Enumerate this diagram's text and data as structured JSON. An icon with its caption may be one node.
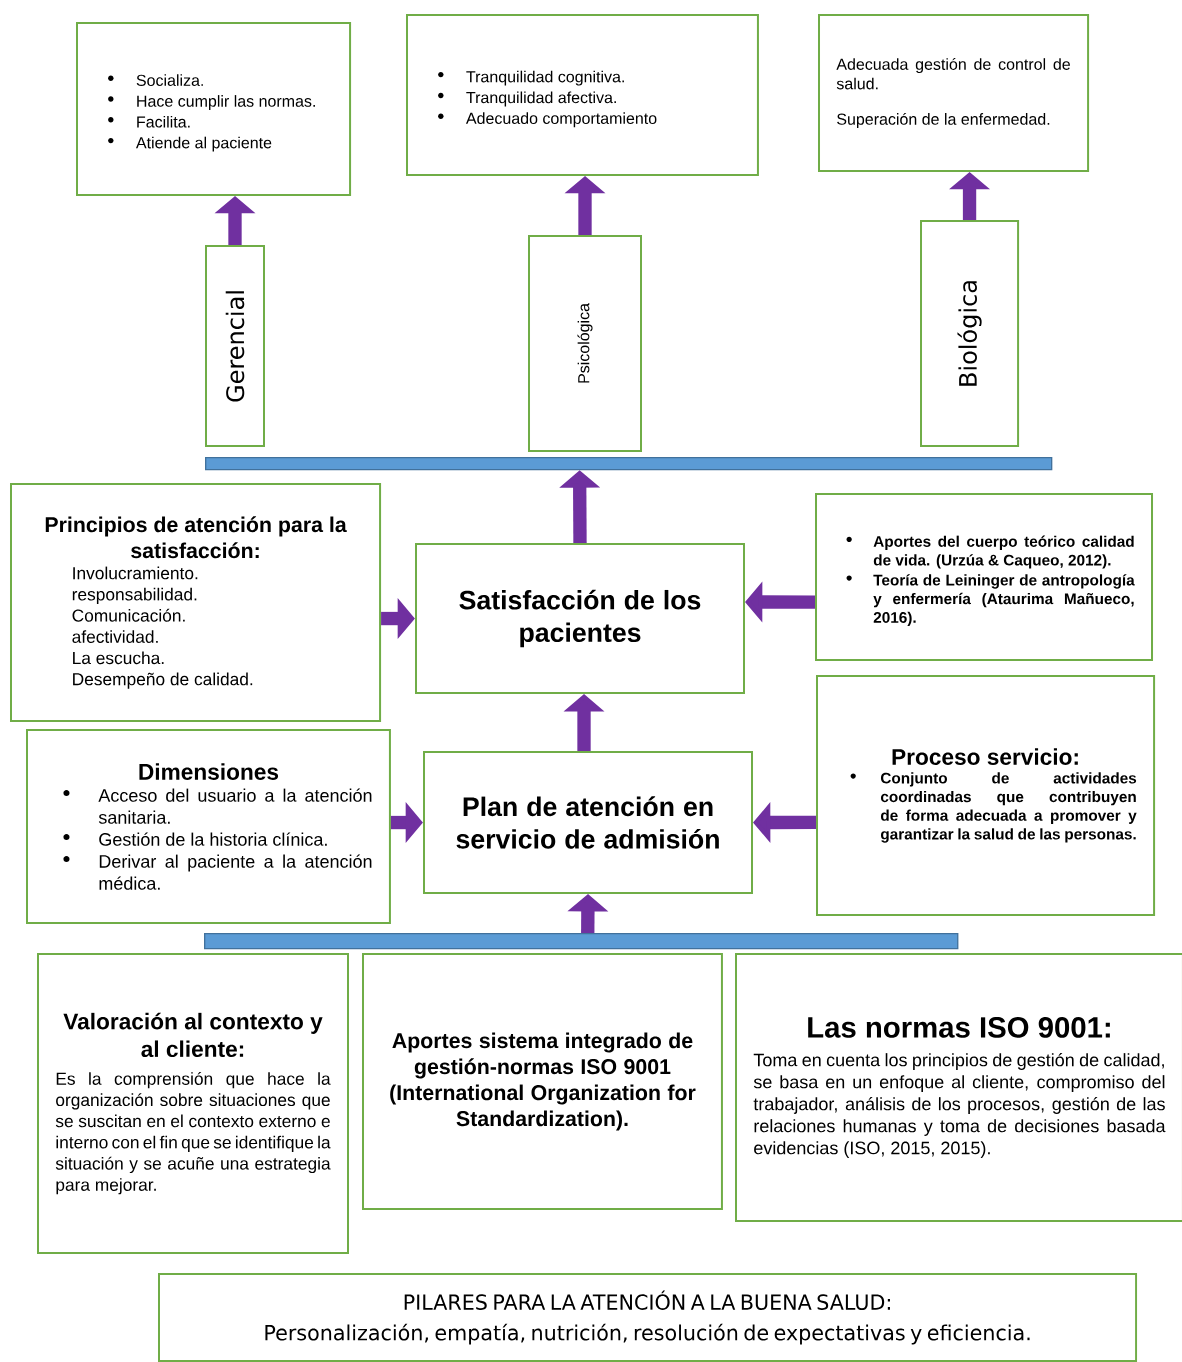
{
  "diagram": {
    "nodes": [
      {
        "text": [
          "Socializa.",
          "Hace cumplir las normas.",
          "Facilita.",
          "Atiende al paciente"
        ]
      },
      {
        "text": [
          "Tranquilidad cognitiva.",
          "Tranquilidad afectiva.",
          "Adecuado comportamiento"
        ]
      },
      {
        "text": [
          "Adecuada gestión de control de salud.",
          "Superación de la enfermedad."
        ]
      },
      {
        "text": [
          "Gerencial"
        ]
      },
      {
        "text": [
          "Psicológica"
        ]
      },
      {
        "text": [
          "Biológica"
        ]
      },
      {
        "text": [],
        "shape": "bar"
      },
      {
        "text": [
          "Principios de atención para la satisfacción:",
          "Involucramiento.",
          "responsabilidad.",
          "Comunicación.",
          "afectividad.",
          "La escucha.",
          "Desempeño de calidad."
        ]
      },
      {
        "text": [
          "Satisfacción de los pacientes"
        ]
      },
      {
        "text": [
          "Aportes del cuerpo teórico calidad de vida. (Urzúa & Caqueo, 2012).",
          "Teoría de Leininger de antropología y enfermería (Ataurima Mañueco, 2016)."
        ]
      },
      {
        "text": [
          "Dimensiones",
          "Acceso del usuario a la atención sanitaria.",
          "Gestión de la historia clínica.",
          "Derivar al paciente a la atención médica."
        ]
      },
      {
        "text": [
          "Plan de atención en servicio de admisión"
        ]
      },
      {
        "text": [
          "Proceso servicio:",
          "Conjunto de actividades coordinadas que contribuyen de forma adecuada a promover y garantizar la salud de las personas."
        ]
      },
      {
        "text": [],
        "shape": "bar"
      },
      {
        "text": [
          "Valoración al contexto y al cliente:",
          "Es la comprensión que hace la organización sobre situaciones que se suscitan en el contexto externo e interno con el fin que se identifique la situación y se acuñe una estrategia para mejorar."
        ]
      },
      {
        "text": [
          "Aportes sistema integrado de gestión-normas ISO 9001 (International Organization for Standardization)."
        ]
      },
      {
        "text": [
          "Las normas ISO 9001:",
          "Toma en cuenta los principios de gestión de calidad, se basa en un enfoque al cliente, compromiso del trabajador, análisis de los procesos, gestión de las relaciones humanas y toma de decisiones basada evidencias (ISO, 2015, 2015)."
        ]
      },
      {
        "text": [
          "PILARES PARA LA ATENCIÓN A LA BUENA SALUD:",
          "Personalización, empatía, nutrición, resolución de expectativas y eficiencia."
        ]
      }
    ],
    "edges": [
      {
        "from": 3,
        "to": 0,
        "arrow": "to"
      },
      {
        "from": 4,
        "to": 1,
        "arrow": "to"
      },
      {
        "from": 5,
        "to": 2,
        "arrow": "to"
      },
      {
        "from": 8,
        "to": 6,
        "arrow": "to"
      },
      {
        "from": 7,
        "to": 8,
        "arrow": "to"
      },
      {
        "from": 9,
        "to": 8,
        "arrow": "to"
      },
      {
        "from": 11,
        "to": 8,
        "arrow": "to"
      },
      {
        "from": 10,
        "to": 11,
        "arrow": "to"
      },
      {
        "from": 12,
        "to": 11,
        "arrow": "to"
      },
      {
        "from": 13,
        "to": 11,
        "arrow": "to"
      }
    ]
  }
}
